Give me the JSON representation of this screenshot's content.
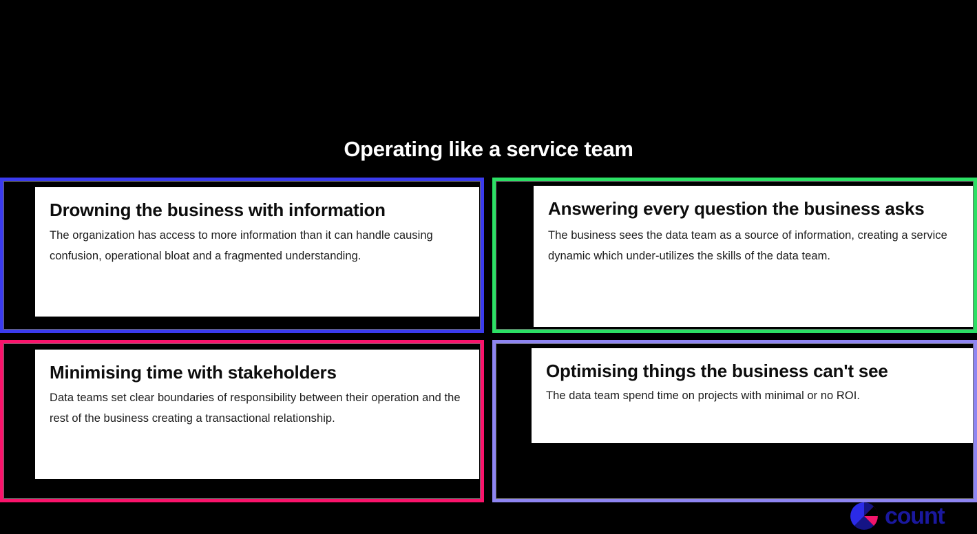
{
  "slide": {
    "title": "Operating like a service team",
    "background_color": "#000000",
    "title_color": "#FFFFFF"
  },
  "cards": [
    {
      "id": "drowning-the-business-with-information",
      "heading": "Drowning the business with information",
      "body": "The organization has access to more information than it can handle causing confusion, operational bloat and a fragmented understanding.",
      "border_color": "#3B3BEE",
      "panel_color": "#FFFFFF",
      "position": "top-left"
    },
    {
      "id": "answering-every-question-the-business-asks",
      "heading": "Answering every question the business asks",
      "body": "The business sees the data team as a source of information, creating a service dynamic which under-utilizes the skills of the data team.",
      "border_color": "#2BE064",
      "panel_color": "#FFFFFF",
      "position": "top-right"
    },
    {
      "id": "minimising-time-with-stakeholders",
      "heading": "Minimising time with stakeholders",
      "body": "Data teams set clear boundaries of responsibility between their operation and the rest of the business creating a transactional relationship.",
      "border_color": "#FA136B",
      "panel_color": "#FFFFFF",
      "position": "bottom-left"
    },
    {
      "id": "optimising-things-the-business-cant-see",
      "heading": "Optimising things the business can't see",
      "body": "The data team spend time on projects with minimal or no ROI.",
      "border_color": "#8E85F2",
      "panel_color": "#FFFFFF",
      "position": "bottom-right"
    }
  ],
  "logo": {
    "wordmark": "count",
    "mark_name": "count-pie-logo-icon",
    "word_color": "#1A189E",
    "mark_colors": {
      "blue": "#2B2BE8",
      "navy": "#151485",
      "pink": "#F2156B"
    }
  }
}
